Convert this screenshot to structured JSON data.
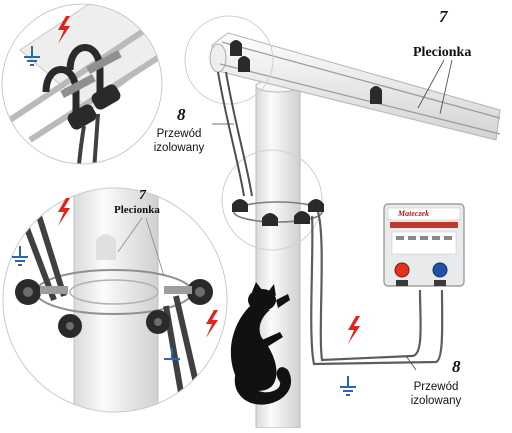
{
  "labels": {
    "braid_top_number": "7",
    "braid_top_word": "Plecionka",
    "braid_inset_number": "7",
    "braid_inset_word": "Plecionka",
    "wire_top_number": "8",
    "wire_top_line1": "Przewód",
    "wire_top_line2": "izolowany",
    "wire_bottom_number": "8",
    "wire_bottom_line1": "Przewód",
    "wire_bottom_line2": "izolowany"
  },
  "device": {
    "brand": "Mateczek"
  },
  "colors": {
    "lightning": "#e3231b",
    "ground": "#2a67b3",
    "insulator": "#2a2a2a",
    "pole": "#f1f2f2",
    "energizer_body": "#e9eaeb",
    "terminal_red": "#e4321f",
    "terminal_blue": "#2451a8"
  }
}
